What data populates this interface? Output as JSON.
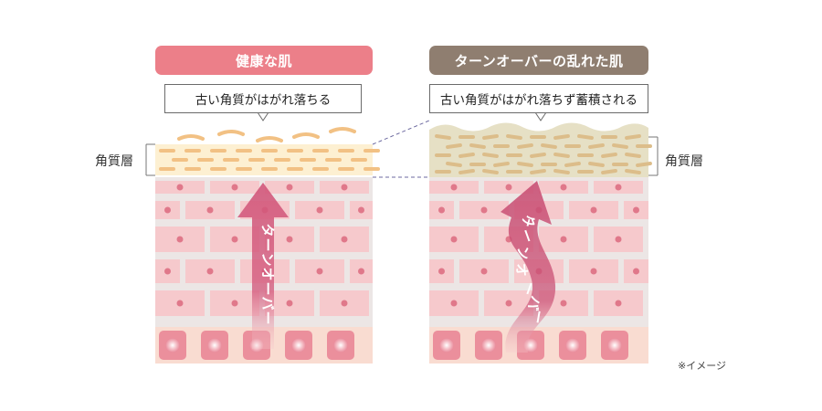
{
  "left_panel": {
    "title": "健康な肌",
    "callout": "古い角質がはがれ落ちる",
    "arrow_text": "ターンオーバー"
  },
  "right_panel": {
    "title": "ターンオーバーの乱れた肌",
    "callout": "古い角質がはがれ落ちず蓄積される",
    "arrow_text": "ターンオーバー"
  },
  "layer_label": "角質層",
  "note": "※イメージ",
  "colors": {
    "pill_left": "#ec7f89",
    "pill_right": "#8f7e70",
    "stratum": "#fdf0d2",
    "stratum_dash": "#f2c184",
    "brick": "#f6c9cc",
    "brick_bg": "#ece6e5",
    "arrow": "#d2567a"
  }
}
